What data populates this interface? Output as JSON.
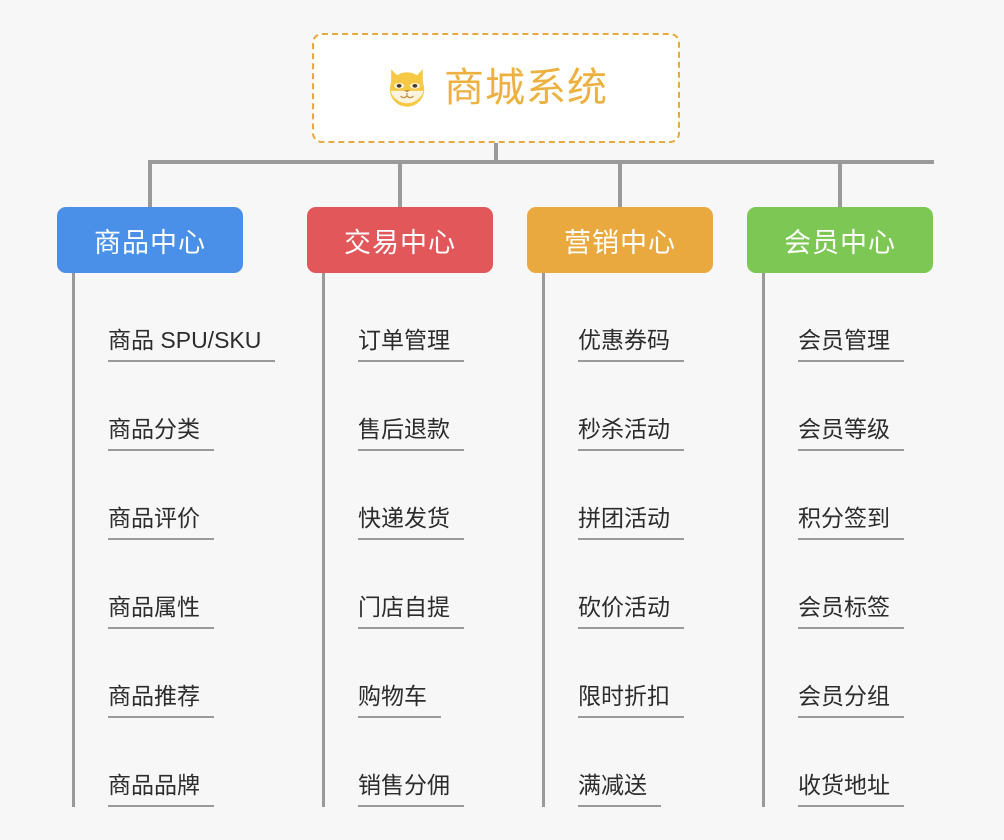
{
  "page": {
    "background_color": "#f7f7f7",
    "title": "商城系统"
  },
  "root": {
    "label": "商城系统",
    "icon": "shiba-dog-face-emoji",
    "border_color": "#e9a93f",
    "text_color": "#eeb03e",
    "background_color": "#ffffff"
  },
  "connector_color": "#9a9a9a",
  "branches": [
    {
      "label": "商品中心",
      "color": "#4a90e8",
      "items": [
        "商品 SPU/SKU",
        "商品分类",
        "商品评价",
        "商品属性",
        "商品推荐",
        "商品品牌"
      ]
    },
    {
      "label": "交易中心",
      "color": "#e2585a",
      "items": [
        "订单管理",
        "售后退款",
        "快递发货",
        "门店自提",
        "购物车",
        "销售分佣"
      ]
    },
    {
      "label": "营销中心",
      "color": "#e9a93f",
      "items": [
        "优惠券码",
        "秒杀活动",
        "拼团活动",
        "砍价活动",
        "限时折扣",
        "满减送"
      ]
    },
    {
      "label": "会员中心",
      "color": "#7dc855",
      "items": [
        "会员管理",
        "会员等级",
        "积分签到",
        "会员标签",
        "会员分组",
        "收货地址"
      ]
    }
  ]
}
